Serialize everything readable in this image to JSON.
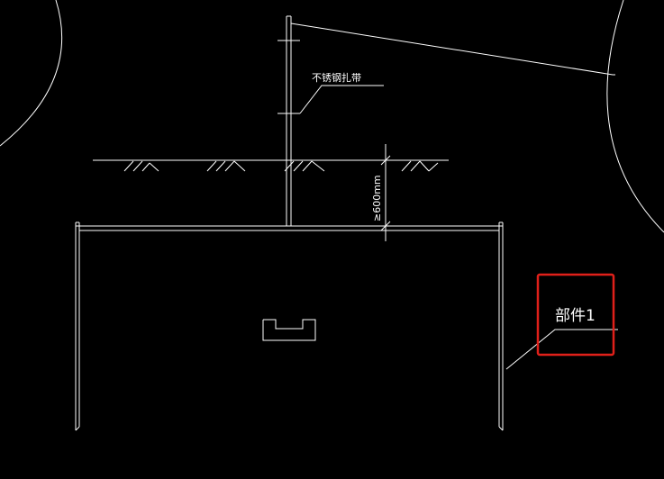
{
  "drawing": {
    "background_color": "#000000",
    "line_color": "#ffffff",
    "highlight_color": "#e0201a",
    "labels": {
      "strap_label": "不锈钢扎带",
      "depth_label": "≥600mm",
      "part_label": "部件1"
    }
  }
}
